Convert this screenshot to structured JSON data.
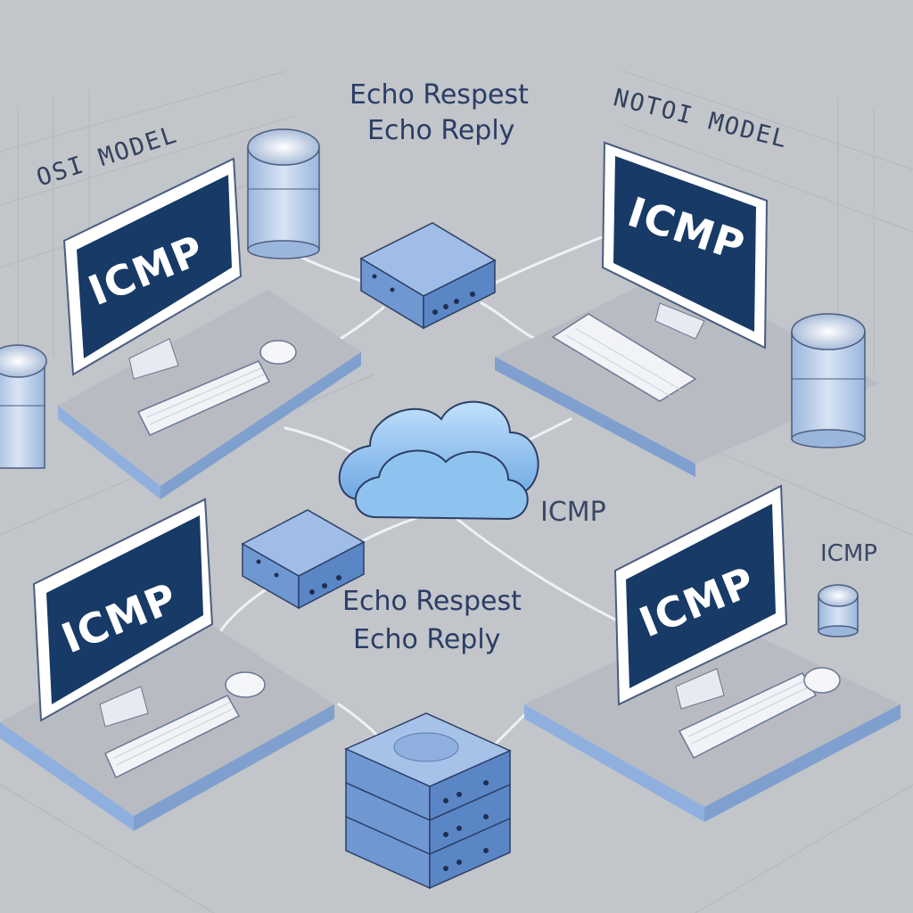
{
  "labels": {
    "osi_model_left": "OSI MODEL",
    "model_right": "NOTOI MODEL",
    "echo_request_top": "Echo Respest",
    "echo_reply_top": "Echo Reply",
    "echo_request_bottom": "Echo Respest",
    "echo_reply_bottom": "Echo Reply",
    "icmp_floating": "ICMP",
    "icmp_right_small": "ICMP"
  },
  "screens": {
    "top_left": "ICMP",
    "top_right": "ICMP",
    "bottom_left": "ICMP",
    "bottom_right": "ICMP"
  },
  "colors": {
    "background": "#c2c5c9",
    "desk_top": "#b9bcc2",
    "desk_edge": "#8ea8d4",
    "screen": "#173a66",
    "device_blue": "#7fa6dc",
    "cloud": "#8cc2ee",
    "cable": "#e9edf3",
    "text_blue": "#2a3d66"
  }
}
